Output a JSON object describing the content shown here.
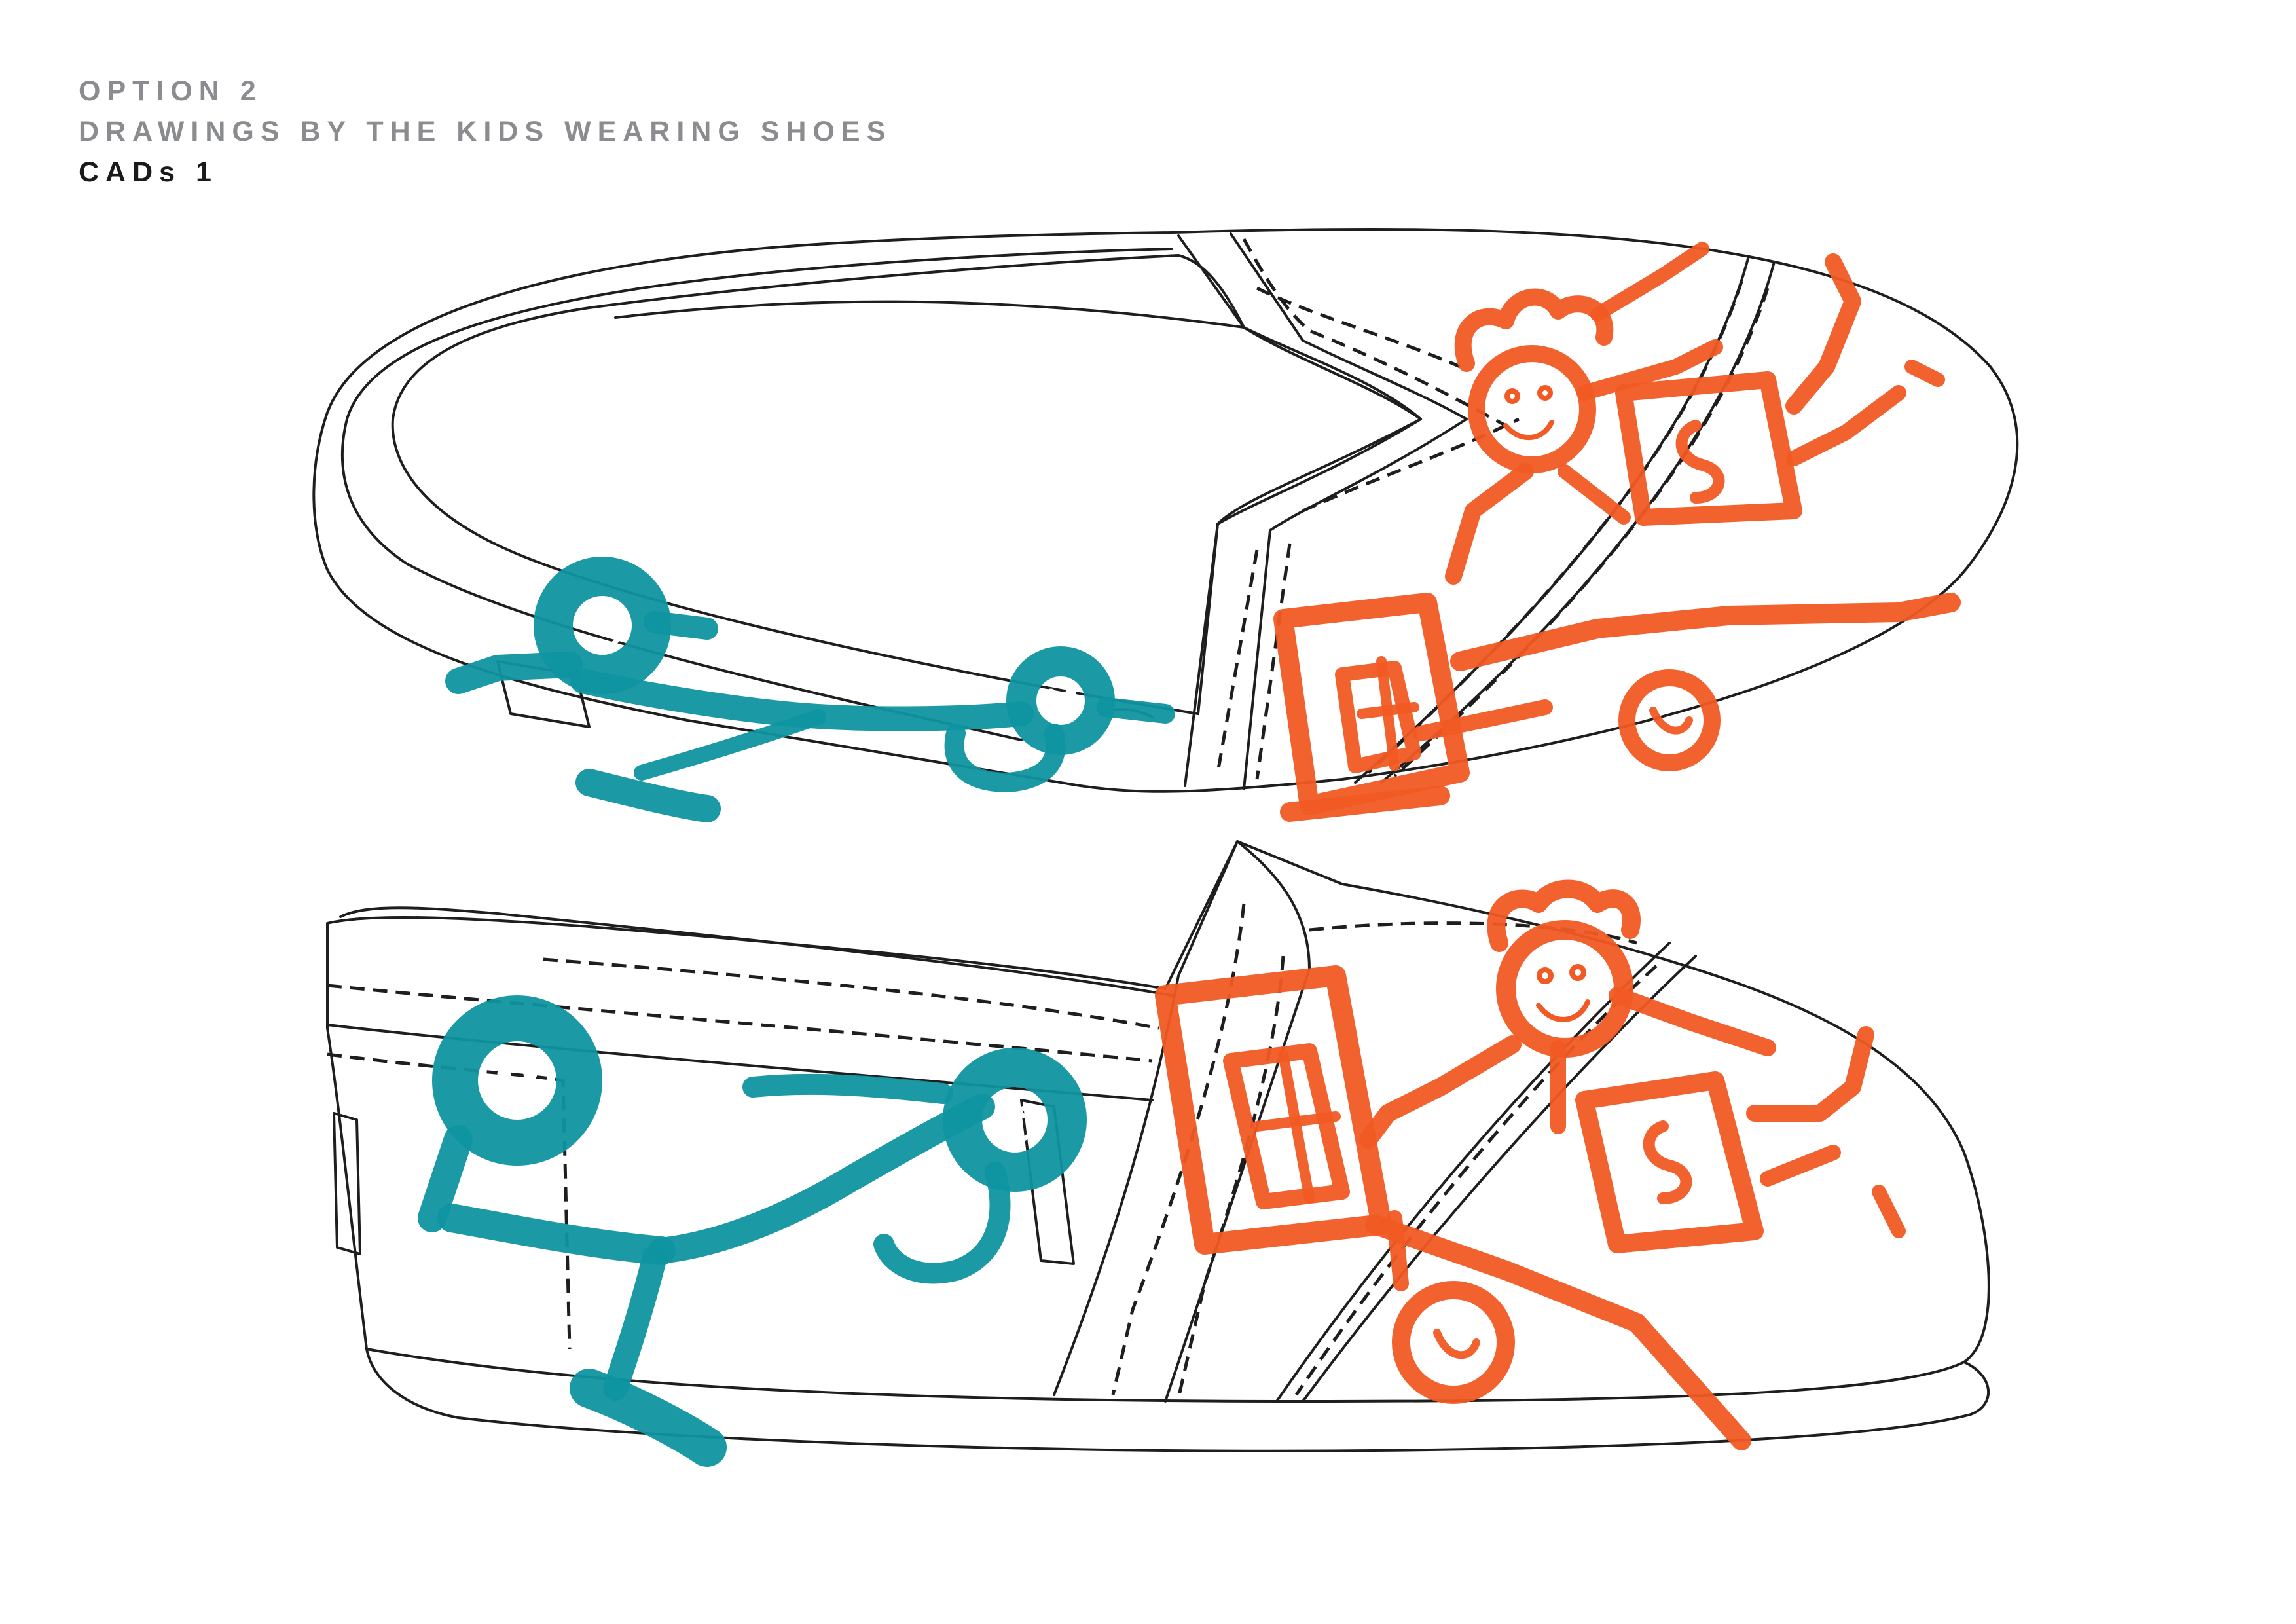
{
  "heading": {
    "line1": "OPTION 2",
    "line2": "DRAWINGS BY THE KIDS WEARING SHOES",
    "line3": "CADs 1"
  },
  "colors": {
    "heading_grey": "#8a8c8f",
    "heading_dark": "#1a1a1a",
    "outline": "#1e1e1e",
    "paint_orange": "#f15a24",
    "paint_teal": "#0f94a0"
  },
  "illustrations": [
    {
      "view": "top",
      "icon": "shoe-top-view-icon"
    },
    {
      "view": "side",
      "icon": "shoe-side-view-icon"
    }
  ]
}
